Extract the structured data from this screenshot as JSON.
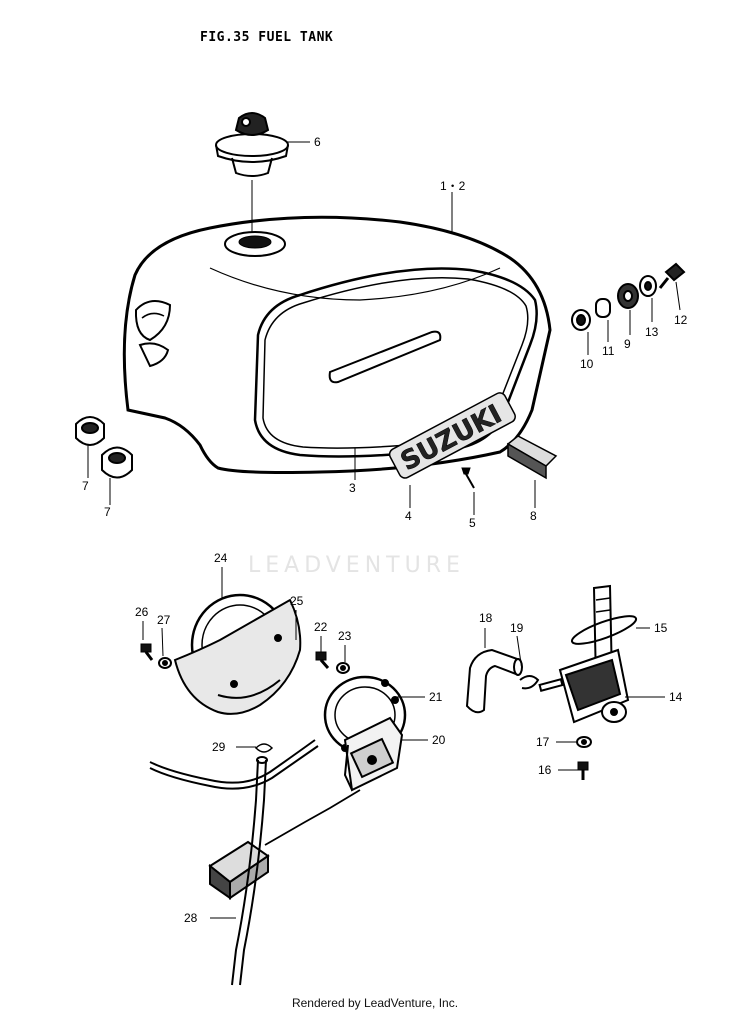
{
  "header": {
    "title": "FIG.35  FUEL TANK"
  },
  "footer": {
    "credit": "Rendered by LeadVenture, Inc."
  },
  "watermark": {
    "text": "LEADVENTURE"
  },
  "tank": {
    "brand_lettering": "SUZUKI"
  },
  "callouts": {
    "c1": "6",
    "c2": "1・2",
    "c3": "7",
    "c4": "7",
    "c5": "3",
    "c6": "4",
    "c7": "5",
    "c8": "8",
    "c9": "10",
    "c10": "11",
    "c11": "9",
    "c12": "13",
    "c13": "12",
    "c14": "24",
    "c15": "25",
    "c16": "26",
    "c17": "27",
    "c18": "22",
    "c19": "23",
    "c20": "21",
    "c21": "20",
    "c22": "29",
    "c23": "28",
    "c24": "18",
    "c25": "19",
    "c26": "15",
    "c27": "14",
    "c28": "17",
    "c29": "16"
  }
}
